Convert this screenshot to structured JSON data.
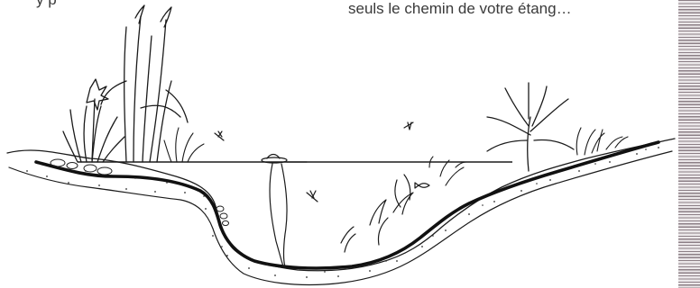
{
  "caption": {
    "top_fragment": "y  p",
    "line": "seuls le chemin de votre étang…"
  },
  "colors": {
    "ink": "#1b1b1b",
    "caption_text": "#3a3a3a",
    "background": "#ffffff",
    "strip_line": "#8c7f86"
  },
  "illustration": {
    "subject": "pond-cross-section-sketch",
    "icons": [
      "iris-plant-icon",
      "reed-plant-icon",
      "cattail-plant-icon",
      "grass-tuft-icon",
      "palm-plant-icon",
      "underwater-weed-icon",
      "dragonfly-icon",
      "fish-icon",
      "water-lily-icon"
    ]
  }
}
